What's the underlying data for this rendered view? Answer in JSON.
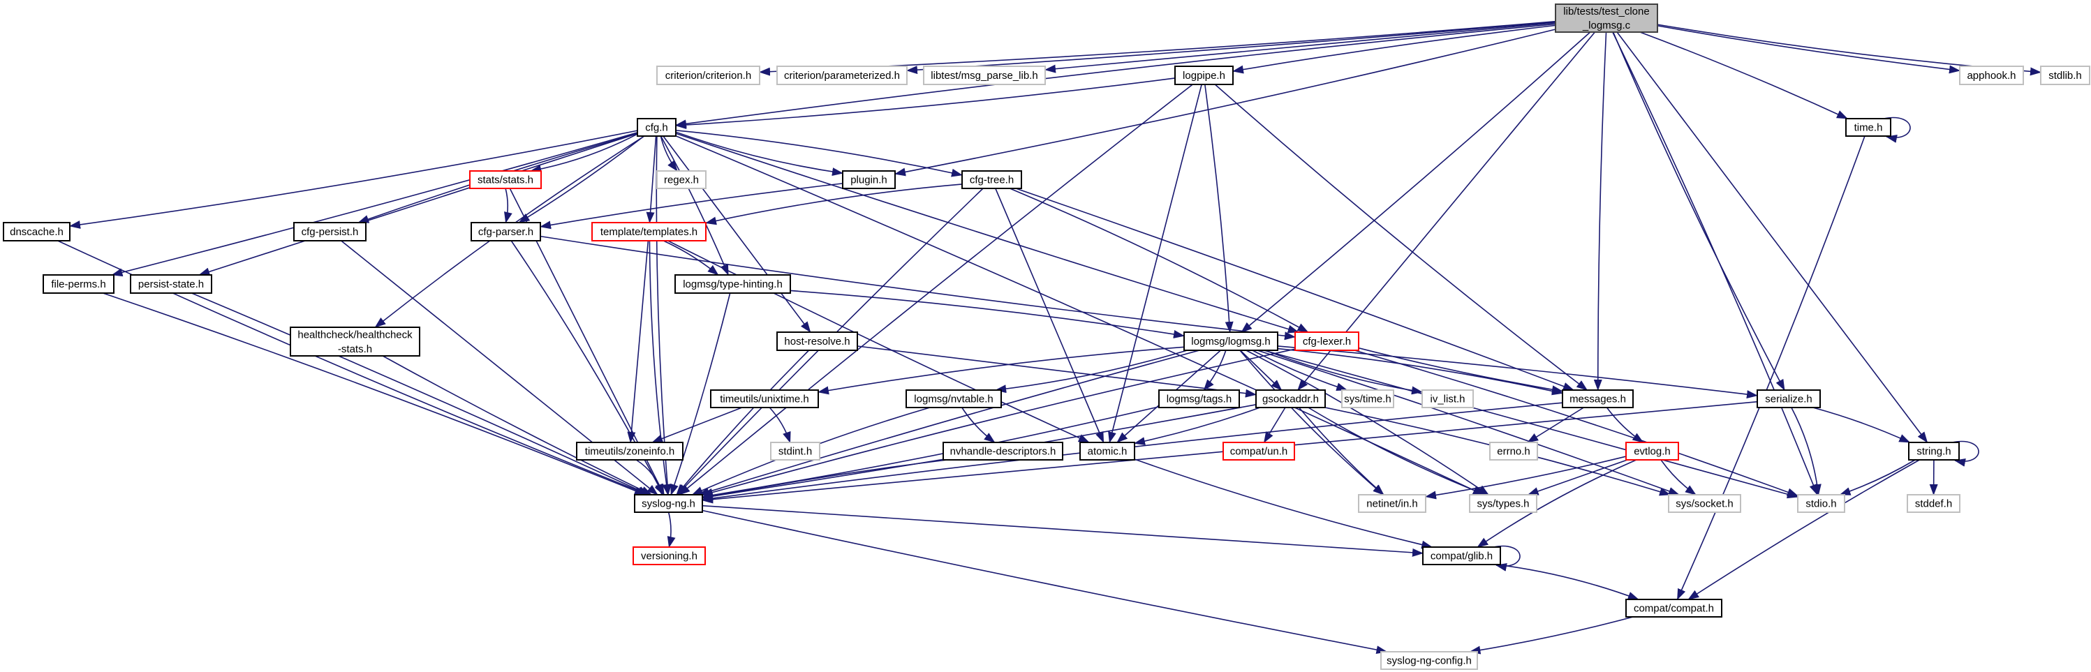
{
  "graph": {
    "edge_color": "#191970",
    "style_colors": {
      "normal": "#000000",
      "gray": "#bfbfbf",
      "red": "#ff0000",
      "main_fill": "#bfbfbf"
    },
    "nodes": [
      {
        "id": "lib/tests/test_clone_logmsg.c",
        "label_lines": [
          "lib/tests/test_clone",
          "_logmsg.c"
        ],
        "style": "main"
      },
      {
        "id": "criterion/criterion.h",
        "label_lines": [
          "criterion/criterion.h"
        ],
        "style": "gray"
      },
      {
        "id": "criterion/parameterized.h",
        "label_lines": [
          "criterion/parameterized.h"
        ],
        "style": "gray"
      },
      {
        "id": "libtest/msg_parse_lib.h",
        "label_lines": [
          "libtest/msg_parse_lib.h"
        ],
        "style": "gray"
      },
      {
        "id": "logpipe.h",
        "label_lines": [
          "logpipe.h"
        ],
        "style": "normal"
      },
      {
        "id": "apphook.h",
        "label_lines": [
          "apphook.h"
        ],
        "style": "gray"
      },
      {
        "id": "stdlib.h",
        "label_lines": [
          "stdlib.h"
        ],
        "style": "gray"
      },
      {
        "id": "cfg.h",
        "label_lines": [
          "cfg.h"
        ],
        "style": "normal"
      },
      {
        "id": "time.h",
        "label_lines": [
          "time.h"
        ],
        "style": "normal"
      },
      {
        "id": "stats/stats.h",
        "label_lines": [
          "stats/stats.h"
        ],
        "style": "red"
      },
      {
        "id": "regex.h",
        "label_lines": [
          "regex.h"
        ],
        "style": "gray"
      },
      {
        "id": "plugin.h",
        "label_lines": [
          "plugin.h"
        ],
        "style": "normal"
      },
      {
        "id": "cfg-tree.h",
        "label_lines": [
          "cfg-tree.h"
        ],
        "style": "normal"
      },
      {
        "id": "dnscache.h",
        "label_lines": [
          "dnscache.h"
        ],
        "style": "normal"
      },
      {
        "id": "cfg-persist.h",
        "label_lines": [
          "cfg-persist.h"
        ],
        "style": "normal"
      },
      {
        "id": "cfg-parser.h",
        "label_lines": [
          "cfg-parser.h"
        ],
        "style": "normal"
      },
      {
        "id": "template/templates.h",
        "label_lines": [
          "template/templates.h"
        ],
        "style": "red"
      },
      {
        "id": "file-perms.h",
        "label_lines": [
          "file-perms.h"
        ],
        "style": "normal"
      },
      {
        "id": "persist-state.h",
        "label_lines": [
          "persist-state.h"
        ],
        "style": "normal"
      },
      {
        "id": "logmsg/type-hinting.h",
        "label_lines": [
          "logmsg/type-hinting.h"
        ],
        "style": "normal"
      },
      {
        "id": "healthcheck/healthcheck-stats.h",
        "label_lines": [
          "healthcheck/healthcheck",
          "-stats.h"
        ],
        "style": "normal"
      },
      {
        "id": "host-resolve.h",
        "label_lines": [
          "host-resolve.h"
        ],
        "style": "normal"
      },
      {
        "id": "logmsg/logmsg.h",
        "label_lines": [
          "logmsg/logmsg.h"
        ],
        "style": "normal"
      },
      {
        "id": "cfg-lexer.h",
        "label_lines": [
          "cfg-lexer.h"
        ],
        "style": "red"
      },
      {
        "id": "timeutils/unixtime.h",
        "label_lines": [
          "timeutils/unixtime.h"
        ],
        "style": "normal"
      },
      {
        "id": "logmsg/nvtable.h",
        "label_lines": [
          "logmsg/nvtable.h"
        ],
        "style": "normal"
      },
      {
        "id": "logmsg/tags.h",
        "label_lines": [
          "logmsg/tags.h"
        ],
        "style": "normal"
      },
      {
        "id": "gsockaddr.h",
        "label_lines": [
          "gsockaddr.h"
        ],
        "style": "normal"
      },
      {
        "id": "sys/time.h",
        "label_lines": [
          "sys/time.h"
        ],
        "style": "gray"
      },
      {
        "id": "iv_list.h",
        "label_lines": [
          "iv_list.h"
        ],
        "style": "gray"
      },
      {
        "id": "messages.h",
        "label_lines": [
          "messages.h"
        ],
        "style": "normal"
      },
      {
        "id": "serialize.h",
        "label_lines": [
          "serialize.h"
        ],
        "style": "normal"
      },
      {
        "id": "stdint.h",
        "label_lines": [
          "stdint.h"
        ],
        "style": "gray"
      },
      {
        "id": "nvhandle-descriptors.h",
        "label_lines": [
          "nvhandle-descriptors.h"
        ],
        "style": "normal"
      },
      {
        "id": "atomic.h",
        "label_lines": [
          "atomic.h"
        ],
        "style": "normal"
      },
      {
        "id": "compat/un.h",
        "label_lines": [
          "compat/un.h"
        ],
        "style": "red"
      },
      {
        "id": "timeutils/zoneinfo.h",
        "label_lines": [
          "timeutils/zoneinfo.h"
        ],
        "style": "normal"
      },
      {
        "id": "errno.h",
        "label_lines": [
          "errno.h"
        ],
        "style": "gray"
      },
      {
        "id": "evtlog.h",
        "label_lines": [
          "evtlog.h"
        ],
        "style": "red"
      },
      {
        "id": "string.h",
        "label_lines": [
          "string.h"
        ],
        "style": "normal"
      },
      {
        "id": "syslog-ng.h",
        "label_lines": [
          "syslog-ng.h"
        ],
        "style": "normal"
      },
      {
        "id": "netinet/in.h",
        "label_lines": [
          "netinet/in.h"
        ],
        "style": "gray"
      },
      {
        "id": "sys/types.h",
        "label_lines": [
          "sys/types.h"
        ],
        "style": "gray"
      },
      {
        "id": "sys/socket.h",
        "label_lines": [
          "sys/socket.h"
        ],
        "style": "gray"
      },
      {
        "id": "stdio.h",
        "label_lines": [
          "stdio.h"
        ],
        "style": "gray"
      },
      {
        "id": "stddef.h",
        "label_lines": [
          "stddef.h"
        ],
        "style": "gray"
      },
      {
        "id": "versioning.h",
        "label_lines": [
          "versioning.h"
        ],
        "style": "red"
      },
      {
        "id": "compat/glib.h",
        "label_lines": [
          "compat/glib.h"
        ],
        "style": "normal"
      },
      {
        "id": "compat/compat.h",
        "label_lines": [
          "compat/compat.h"
        ],
        "style": "normal"
      },
      {
        "id": "syslog-ng-config.h",
        "label_lines": [
          "syslog-ng-config.h"
        ],
        "style": "gray"
      }
    ],
    "edges": [
      [
        "lib/tests/test_clone_logmsg.c",
        "criterion/criterion.h"
      ],
      [
        "lib/tests/test_clone_logmsg.c",
        "criterion/parameterized.h"
      ],
      [
        "lib/tests/test_clone_logmsg.c",
        "libtest/msg_parse_lib.h"
      ],
      [
        "lib/tests/test_clone_logmsg.c",
        "logpipe.h"
      ],
      [
        "lib/tests/test_clone_logmsg.c",
        "cfg.h"
      ],
      [
        "lib/tests/test_clone_logmsg.c",
        "plugin.h"
      ],
      [
        "lib/tests/test_clone_logmsg.c",
        "logmsg/logmsg.h"
      ],
      [
        "lib/tests/test_clone_logmsg.c",
        "gsockaddr.h"
      ],
      [
        "lib/tests/test_clone_logmsg.c",
        "messages.h"
      ],
      [
        "lib/tests/test_clone_logmsg.c",
        "serialize.h"
      ],
      [
        "lib/tests/test_clone_logmsg.c",
        "stdio.h"
      ],
      [
        "lib/tests/test_clone_logmsg.c",
        "time.h"
      ],
      [
        "lib/tests/test_clone_logmsg.c",
        "string.h"
      ],
      [
        "lib/tests/test_clone_logmsg.c",
        "apphook.h"
      ],
      [
        "lib/tests/test_clone_logmsg.c",
        "stdlib.h"
      ],
      [
        "logpipe.h",
        "cfg.h"
      ],
      [
        "logpipe.h",
        "logmsg/logmsg.h"
      ],
      [
        "logpipe.h",
        "atomic.h"
      ],
      [
        "logpipe.h",
        "syslog-ng.h"
      ],
      [
        "logpipe.h",
        "messages.h"
      ],
      [
        "cfg.h",
        "dnscache.h"
      ],
      [
        "cfg.h",
        "file-perms.h"
      ],
      [
        "cfg.h",
        "persist-state.h"
      ],
      [
        "cfg.h",
        "cfg-persist.h"
      ],
      [
        "cfg.h",
        "healthcheck/healthcheck-stats.h"
      ],
      [
        "cfg.h",
        "stats/stats.h"
      ],
      [
        "cfg.h",
        "cfg-parser.h"
      ],
      [
        "cfg.h",
        "template/templates.h"
      ],
      [
        "cfg.h",
        "regex.h"
      ],
      [
        "cfg.h",
        "plugin.h"
      ],
      [
        "cfg.h",
        "cfg-tree.h"
      ],
      [
        "cfg.h",
        "logmsg/type-hinting.h"
      ],
      [
        "cfg.h",
        "host-resolve.h"
      ],
      [
        "cfg.h",
        "cfg-lexer.h"
      ],
      [
        "cfg.h",
        "syslog-ng.h"
      ],
      [
        "cfg.h",
        "sys/types.h"
      ],
      [
        "stats/stats.h",
        "cfg-parser.h"
      ],
      [
        "stats/stats.h",
        "syslog-ng.h"
      ],
      [
        "plugin.h",
        "cfg-parser.h"
      ],
      [
        "cfg-tree.h",
        "template/templates.h"
      ],
      [
        "cfg-tree.h",
        "cfg-lexer.h"
      ],
      [
        "cfg-tree.h",
        "messages.h"
      ],
      [
        "cfg-tree.h",
        "atomic.h"
      ],
      [
        "cfg-tree.h",
        "syslog-ng.h"
      ],
      [
        "cfg-parser.h",
        "cfg-lexer.h"
      ],
      [
        "cfg-parser.h",
        "syslog-ng.h"
      ],
      [
        "template/templates.h",
        "logmsg/type-hinting.h"
      ],
      [
        "template/templates.h",
        "timeutils/zoneinfo.h"
      ],
      [
        "template/templates.h",
        "atomic.h"
      ],
      [
        "template/templates.h",
        "syslog-ng.h"
      ],
      [
        "logmsg/type-hinting.h",
        "logmsg/logmsg.h"
      ],
      [
        "logmsg/type-hinting.h",
        "syslog-ng.h"
      ],
      [
        "host-resolve.h",
        "gsockaddr.h"
      ],
      [
        "host-resolve.h",
        "syslog-ng.h"
      ],
      [
        "dnscache.h",
        "syslog-ng.h"
      ],
      [
        "file-perms.h",
        "syslog-ng.h"
      ],
      [
        "persist-state.h",
        "syslog-ng.h"
      ],
      [
        "cfg-persist.h",
        "syslog-ng.h"
      ],
      [
        "healthcheck/healthcheck-stats.h",
        "syslog-ng.h"
      ],
      [
        "logmsg/logmsg.h",
        "timeutils/unixtime.h"
      ],
      [
        "logmsg/logmsg.h",
        "logmsg/nvtable.h"
      ],
      [
        "logmsg/logmsg.h",
        "logmsg/tags.h"
      ],
      [
        "logmsg/logmsg.h",
        "gsockaddr.h"
      ],
      [
        "logmsg/logmsg.h",
        "sys/time.h"
      ],
      [
        "logmsg/logmsg.h",
        "iv_list.h"
      ],
      [
        "logmsg/logmsg.h",
        "messages.h"
      ],
      [
        "logmsg/logmsg.h",
        "serialize.h"
      ],
      [
        "logmsg/logmsg.h",
        "atomic.h"
      ],
      [
        "logmsg/logmsg.h",
        "syslog-ng.h"
      ],
      [
        "logmsg/logmsg.h",
        "netinet/in.h"
      ],
      [
        "logmsg/logmsg.h",
        "sys/types.h"
      ],
      [
        "logmsg/logmsg.h",
        "sys/socket.h"
      ],
      [
        "logmsg/logmsg.h",
        "stdio.h"
      ],
      [
        "cfg-lexer.h",
        "messages.h"
      ],
      [
        "cfg-lexer.h",
        "syslog-ng.h"
      ],
      [
        "cfg-lexer.h",
        "stdio.h"
      ],
      [
        "timeutils/unixtime.h",
        "stdint.h"
      ],
      [
        "timeutils/unixtime.h",
        "timeutils/zoneinfo.h"
      ],
      [
        "logmsg/nvtable.h",
        "nvhandle-descriptors.h"
      ],
      [
        "logmsg/nvtable.h",
        "syslog-ng.h"
      ],
      [
        "logmsg/tags.h",
        "syslog-ng.h"
      ],
      [
        "gsockaddr.h",
        "atomic.h"
      ],
      [
        "gsockaddr.h",
        "compat/un.h"
      ],
      [
        "gsockaddr.h",
        "netinet/in.h"
      ],
      [
        "gsockaddr.h",
        "sys/types.h"
      ],
      [
        "gsockaddr.h",
        "sys/socket.h"
      ],
      [
        "gsockaddr.h",
        "syslog-ng.h"
      ],
      [
        "messages.h",
        "errno.h"
      ],
      [
        "messages.h",
        "evtlog.h"
      ],
      [
        "messages.h",
        "syslog-ng.h"
      ],
      [
        "serialize.h",
        "stdio.h"
      ],
      [
        "serialize.h",
        "string.h"
      ],
      [
        "serialize.h",
        "syslog-ng.h"
      ],
      [
        "nvhandle-descriptors.h",
        "syslog-ng.h"
      ],
      [
        "atomic.h",
        "compat/glib.h"
      ],
      [
        "timeutils/zoneinfo.h",
        "syslog-ng.h"
      ],
      [
        "evtlog.h",
        "netinet/in.h"
      ],
      [
        "evtlog.h",
        "sys/types.h"
      ],
      [
        "evtlog.h",
        "sys/socket.h"
      ],
      [
        "evtlog.h",
        "compat/glib.h"
      ],
      [
        "string.h",
        "string.h"
      ],
      [
        "string.h",
        "stdio.h"
      ],
      [
        "string.h",
        "stddef.h"
      ],
      [
        "string.h",
        "compat/compat.h"
      ],
      [
        "time.h",
        "time.h"
      ],
      [
        "time.h",
        "compat/compat.h"
      ],
      [
        "syslog-ng.h",
        "versioning.h"
      ],
      [
        "syslog-ng.h",
        "compat/glib.h"
      ],
      [
        "syslog-ng.h",
        "syslog-ng-config.h"
      ],
      [
        "compat/glib.h",
        "compat/glib.h"
      ],
      [
        "compat/glib.h",
        "compat/compat.h"
      ],
      [
        "compat/compat.h",
        "syslog-ng-config.h"
      ]
    ]
  }
}
